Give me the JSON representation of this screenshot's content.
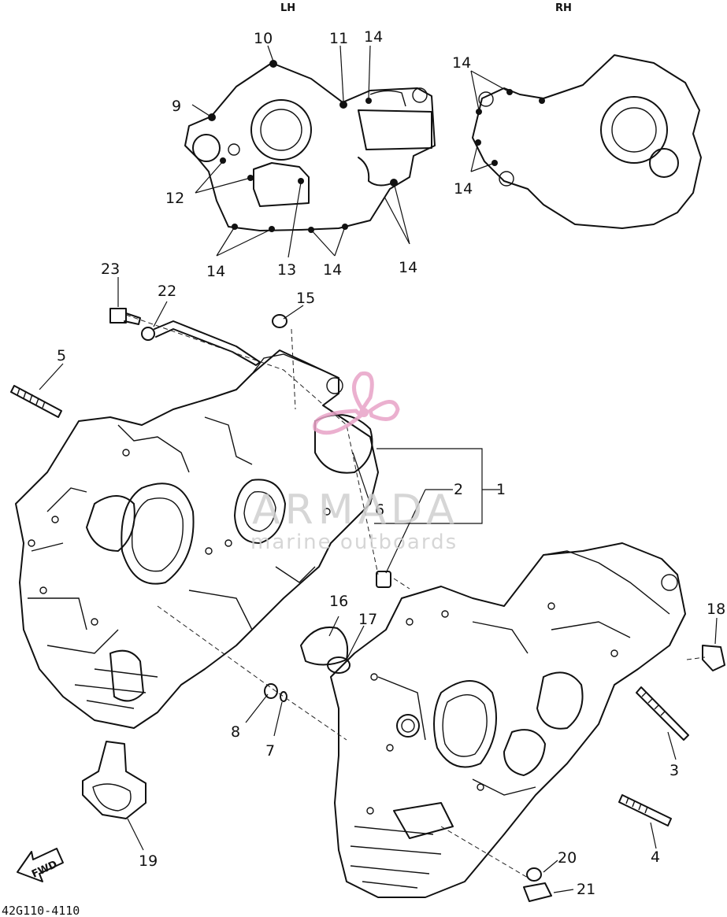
{
  "diagram": {
    "headers": {
      "left": "LH",
      "right": "RH"
    },
    "part_labels": [
      "1",
      "2",
      "3",
      "4",
      "5",
      "6",
      "7",
      "8",
      "9",
      "10",
      "11",
      "12",
      "13",
      "14",
      "15",
      "16",
      "17",
      "18",
      "19",
      "20",
      "21",
      "22",
      "23"
    ],
    "gasket_14_label": "14",
    "fwd_label": "FWD",
    "drawing_code": "42G110-4110"
  },
  "watermark": {
    "title": "ARMADA",
    "subtitle": "marine outboards",
    "logo_color": "#e8a3c7",
    "text_color": "#cfcfcf"
  }
}
